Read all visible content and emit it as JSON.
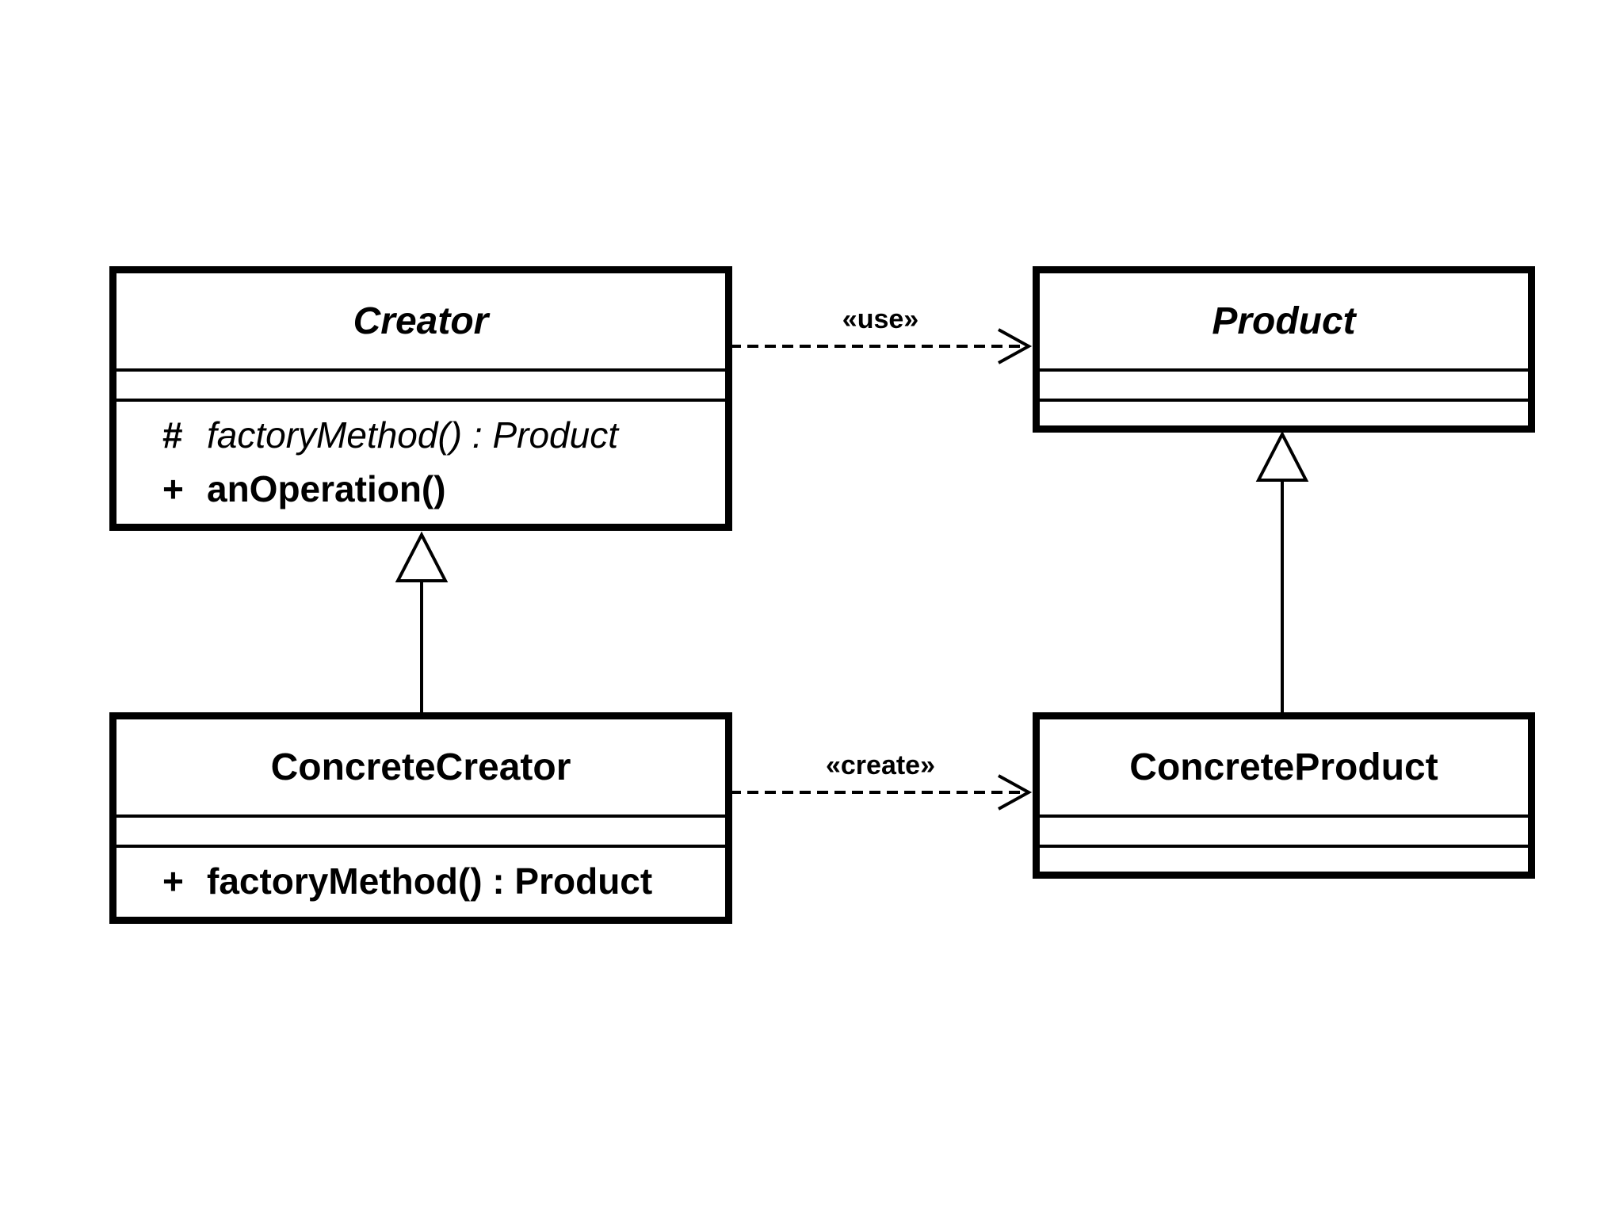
{
  "stereotypes": {
    "use": "«use»",
    "create": "«create»"
  },
  "classes": {
    "creator": {
      "name": "Creator",
      "operations": [
        {
          "visibility": "#",
          "signature": "factoryMethod() : Product"
        },
        {
          "visibility": "+",
          "signature": "anOperation()"
        }
      ]
    },
    "product": {
      "name": "Product"
    },
    "concrete_creator": {
      "name": "ConcreteCreator",
      "operations": [
        {
          "visibility": "+",
          "signature": "factoryMethod() : Product"
        }
      ]
    },
    "concrete_product": {
      "name": "ConcreteProduct"
    }
  }
}
